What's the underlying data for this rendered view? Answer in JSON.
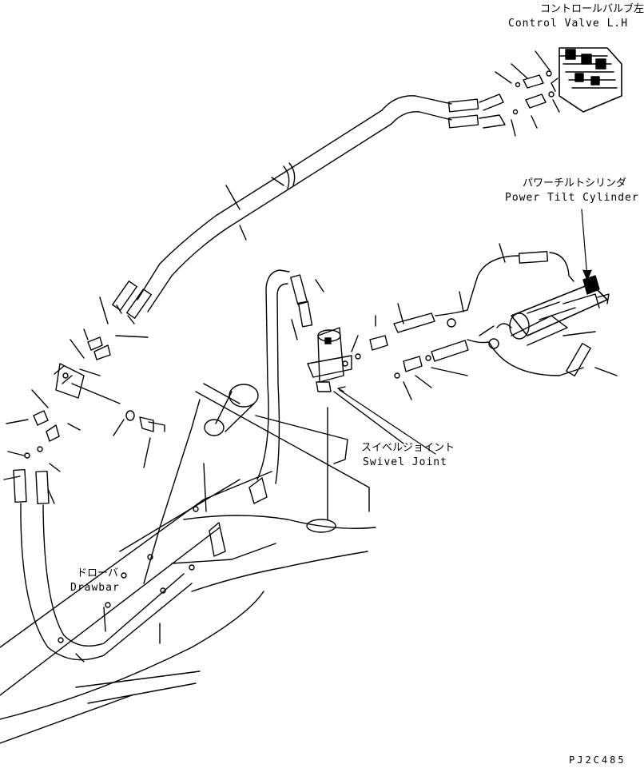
{
  "labels": {
    "control_valve_jp": "コントロールバルブ左",
    "control_valve_en": "Control Valve L.H",
    "power_tilt_jp": "パワーチルトシリンダ",
    "power_tilt_en": "Power Tilt Cylinder",
    "swivel_jp": "スイベルジョイント",
    "swivel_en": "Swivel Joint",
    "drawbar_jp": "ドローバ",
    "drawbar_en": "Drawbar"
  },
  "drawing_code": "PJ2C485",
  "colors": {
    "line": "#000000",
    "background": "#ffffff"
  }
}
